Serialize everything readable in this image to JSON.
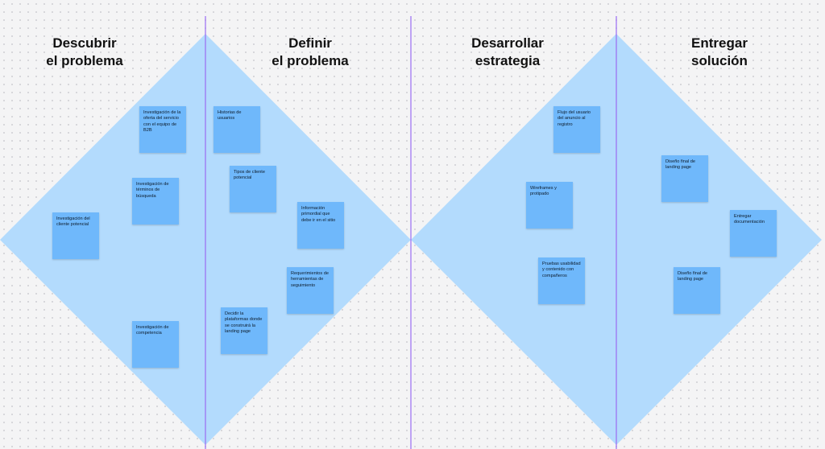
{
  "colors": {
    "diamond_fill": "#b3dbfd",
    "divider": "#9b6bf2",
    "sticky": "#6fb8fb",
    "background": "#f4f4f5"
  },
  "phases": [
    {
      "line1": "Descubrir",
      "line2": "el problema"
    },
    {
      "line1": "Definir",
      "line2": "el problema"
    },
    {
      "line1": "Desarrollar",
      "line2": "estrategia"
    },
    {
      "line1": "Entregar",
      "line2": "solución"
    }
  ],
  "stickies": [
    {
      "id": "investigacion-oferta",
      "text": "Investigación de la oferta del servicio con el equipo de B2B"
    },
    {
      "id": "investigacion-terminos",
      "text": "Investigación de términos de búsqueda"
    },
    {
      "id": "investigacion-cliente",
      "text": "Investigación del cliente potencial"
    },
    {
      "id": "investigacion-competencia",
      "text": "Investigación de competencia"
    },
    {
      "id": "historias-usuarios",
      "text": "Historias de usuarios"
    },
    {
      "id": "tipos-cliente",
      "text": "Tipos de cliente potencial"
    },
    {
      "id": "informacion-primordial",
      "text": "Información primordial que debe ir en el sitio"
    },
    {
      "id": "requerimientos-herramientas",
      "text": "Requerimientos de herramientas de seguimiento"
    },
    {
      "id": "decidir-plataformas",
      "text": "Decidir la plataformas donde se construirá la landing page"
    },
    {
      "id": "flujo-usuario",
      "text": "Flujo del usuario del anuncio al registro"
    },
    {
      "id": "wireframes-protipado",
      "text": "Wireframes y protipado"
    },
    {
      "id": "pruebas-usabilidad",
      "text": "Pruebas usabilidad y contenido con compañeros"
    },
    {
      "id": "diseno-final-1",
      "text": "Diseño final de landing page"
    },
    {
      "id": "entregar-documentacion",
      "text": "Entregar documentación"
    },
    {
      "id": "diseno-final-2",
      "text": "Diseño final de landing page"
    }
  ]
}
